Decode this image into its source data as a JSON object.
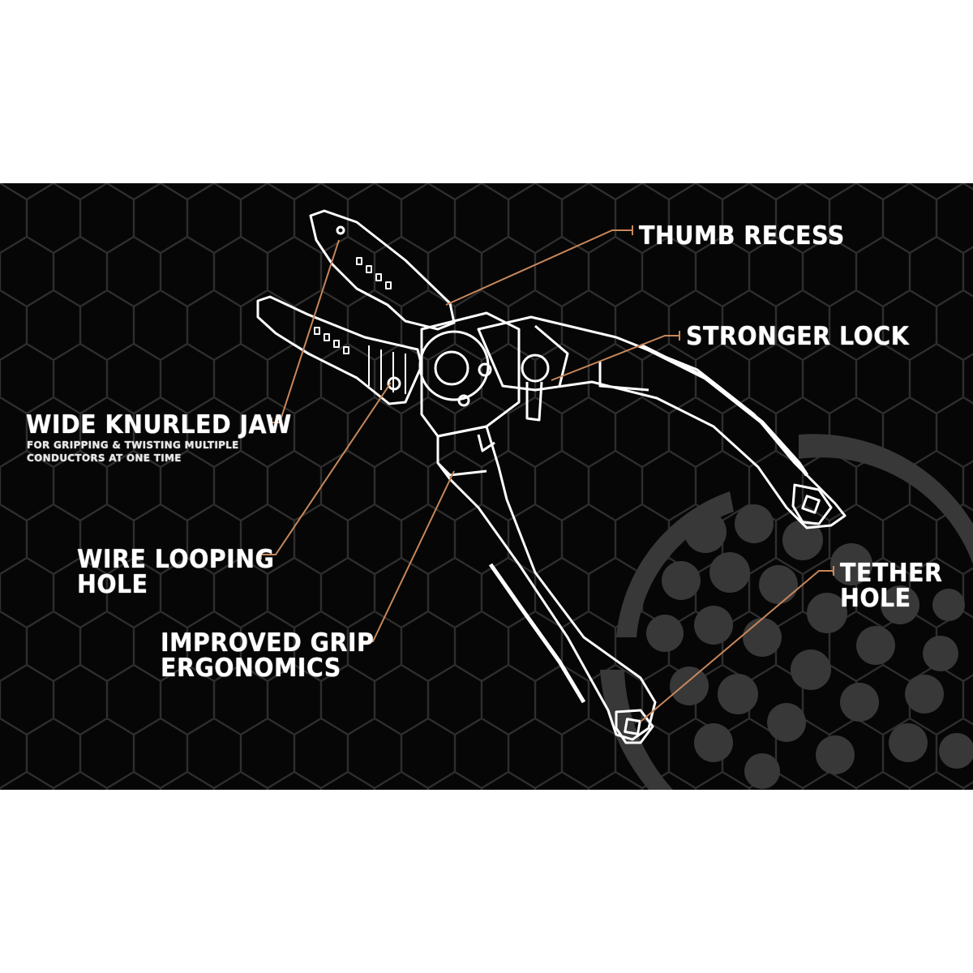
{
  "callouts": {
    "thumb_recess": "THUMB RECESS",
    "stronger_lock": "STRONGER LOCK",
    "wide_jaw_title": "WIDE KNURLED JAW",
    "wide_jaw_sub1": "FOR GRIPPING & TWISTING MULTIPLE",
    "wide_jaw_sub2": "CONDUCTORS AT  ONE TIME",
    "wire_loop_1": "WIRE LOOPING",
    "wire_loop_2": "HOLE",
    "grip_1": "IMPROVED GRIP",
    "grip_2": "ERGONOMICS",
    "tether_1": "TETHER",
    "tether_2": "HOLE"
  },
  "colors": {
    "background": "#060606",
    "hex_pattern": "#2e2e2e",
    "tool_outline": "#ffffff",
    "leader_line": "#c8875a",
    "watermark": "#3a3a3a"
  }
}
